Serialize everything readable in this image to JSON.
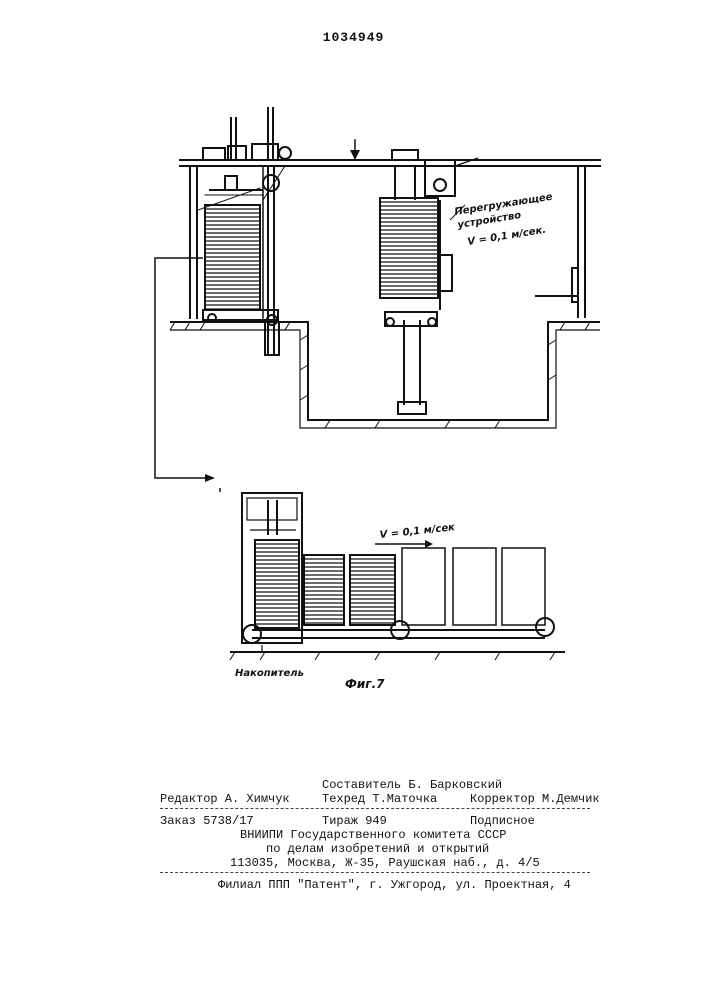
{
  "document": {
    "page_number": "1034949"
  },
  "figure": {
    "label_reloading_device_line1": "Перегружающее",
    "label_reloading_device_line2": "устройство",
    "speed_top": "V = 0,1 м/сек.",
    "speed_bottom": "V = 0,1 м/сек",
    "label_accumulator": "Накопитель",
    "caption": "Фиг.7"
  },
  "imprint": {
    "compiler": "Составитель Б. Барковский",
    "editor": "Редактор А. Химчук",
    "techred": "Техред Т.Маточка",
    "corrector": "Корректор М.Демчик",
    "order": "Заказ 5738/17",
    "circulation": "Тираж 949",
    "subscription": "Подписное",
    "org_line1": "ВНИИПИ Государственного комитета СССР",
    "org_line2": "по делам изобретений и открытий",
    "address": "113035, Москва, Ж-35, Раушская наб., д. 4/5",
    "branch": "Филиал ППП \"Патент\", г. Ужгород, ул. Проектная, 4"
  }
}
